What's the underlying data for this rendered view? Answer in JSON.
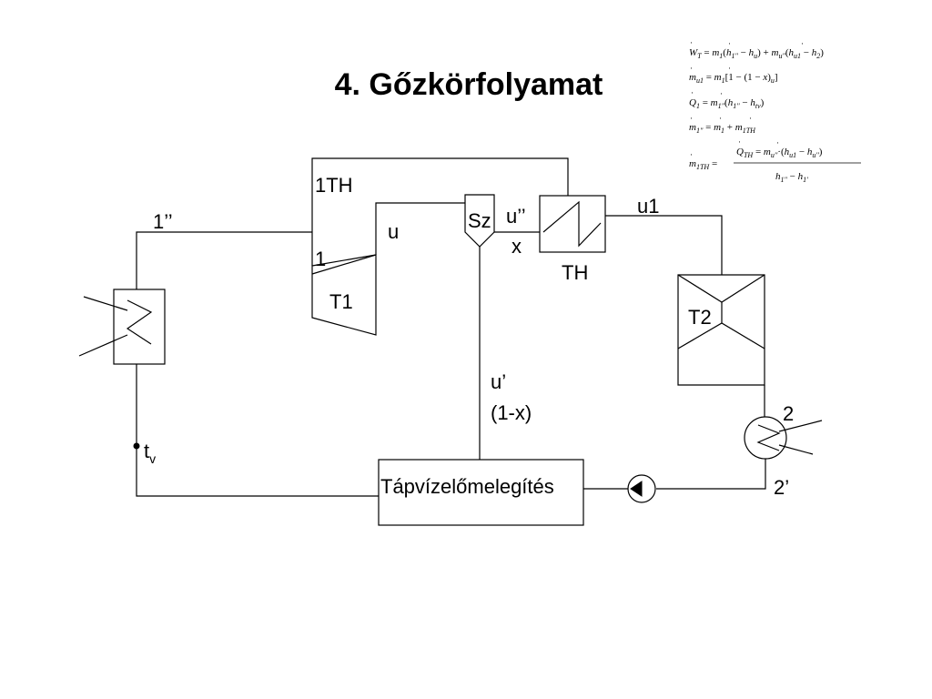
{
  "title": "4. Gőzkörfolyamat",
  "labels": {
    "l_1TH": "1TH",
    "l_1pp": "1’’",
    "l_u": "u",
    "l_1": "1",
    "l_T1": "T1",
    "l_Sz": "Sz",
    "l_upp": "u’’",
    "l_x": "x",
    "l_TH": "TH",
    "l_u1": "u1",
    "l_T2": "T2",
    "l_up": "u’",
    "l_1mx": "(1-x)",
    "l_2": "2",
    "l_2p": "2’",
    "l_tv_t": "t",
    "l_tv_v": "v",
    "l_tap": "Tápvízelőmelegítés"
  },
  "equations": {
    "e1": "Ẇ_T = ṁ_1(h_1'' − h_u) + ṁ_u''(h_u1 − h_2)",
    "e2": "ṁ_u1 = ṁ_1[1 − (1 − x)_u]",
    "e3": "Q̇_1 = ṁ_1''(h_1'' − h_tv)",
    "e4": "ṁ_1'' = ṁ_1 + ṁ_1TH",
    "e5": "ṁ_1TH = Q̇_TH = ṁ_u''(h_u1 − h_u'') / (h_1'' − h_1')"
  },
  "colors": {
    "line": "#000000",
    "background": "#ffffff"
  }
}
